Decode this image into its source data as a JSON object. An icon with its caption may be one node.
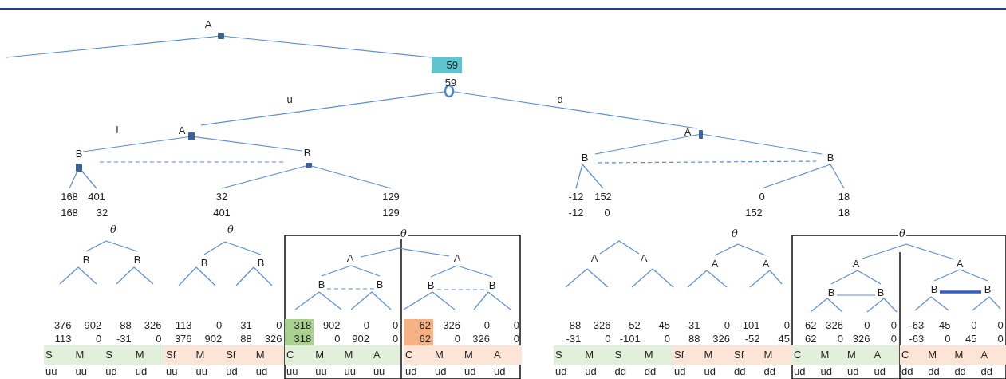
{
  "diagram": {
    "nodes": [
      {
        "text": [
          "A"
        ]
      },
      {
        "text": [
          "59"
        ]
      },
      {
        "text": [],
        "shape": "circle",
        "beside": [
          "59"
        ]
      },
      {
        "text": [
          "A"
        ]
      },
      {
        "text": [
          "B"
        ]
      },
      {
        "text": [
          "B"
        ]
      },
      {
        "text": [
          "168",
          "168"
        ]
      },
      {
        "text": [
          "401",
          "32"
        ]
      },
      {
        "text": [
          "32",
          "401"
        ]
      },
      {
        "text": [
          "129",
          "129"
        ]
      },
      {
        "text": [
          "A"
        ]
      },
      {
        "text": [
          "B"
        ]
      },
      {
        "text": [
          "B"
        ]
      },
      {
        "text": [
          "-12",
          "-12"
        ]
      },
      {
        "text": [
          "152",
          "0"
        ]
      },
      {
        "text": [
          "0",
          "152"
        ]
      },
      {
        "text": [
          "18",
          "18"
        ]
      },
      {
        "text": [
          "θ"
        ]
      },
      {
        "text": [
          "B"
        ]
      },
      {
        "text": [
          "B"
        ]
      },
      {
        "text": [
          "θ"
        ]
      },
      {
        "text": [
          "B"
        ]
      },
      {
        "text": [
          "B"
        ]
      },
      {
        "text": [
          "θ"
        ]
      },
      {
        "text": [
          "A"
        ]
      },
      {
        "text": [
          "B"
        ]
      },
      {
        "text": [
          "B"
        ]
      },
      {
        "text": [
          "A"
        ]
      },
      {
        "text": [
          "B"
        ]
      },
      {
        "text": [
          "B"
        ]
      },
      {
        "text": [
          "A"
        ]
      },
      {
        "text": [
          "A"
        ]
      },
      {
        "text": [
          "θ"
        ]
      },
      {
        "text": [
          "A"
        ]
      },
      {
        "text": [
          "A"
        ]
      },
      {
        "text": [
          "θ"
        ]
      },
      {
        "text": [
          "A"
        ]
      },
      {
        "text": [
          "B"
        ]
      },
      {
        "text": [
          "B"
        ]
      },
      {
        "text": [
          "A"
        ]
      },
      {
        "text": [
          "B"
        ]
      },
      {
        "text": [
          "B"
        ]
      }
    ],
    "edges": [
      {
        "from": 0,
        "to": null,
        "arrow": "none"
      },
      {
        "from": 0,
        "to": 1,
        "arrow": "none"
      },
      {
        "from": 2,
        "to": 3,
        "arrow": "none",
        "label": "u"
      },
      {
        "from": 2,
        "to": 10,
        "arrow": "none",
        "label": "d"
      },
      {
        "from": 3,
        "to": 4,
        "arrow": "none",
        "label": "l"
      },
      {
        "from": 3,
        "to": 5,
        "arrow": "none"
      },
      {
        "from": 4,
        "to": 5,
        "arrow": "none",
        "style": "dashed"
      },
      {
        "from": 4,
        "to": 6,
        "arrow": "none"
      },
      {
        "from": 4,
        "to": 7,
        "arrow": "none"
      },
      {
        "from": 5,
        "to": 8,
        "arrow": "none"
      },
      {
        "from": 5,
        "to": 9,
        "arrow": "none"
      },
      {
        "from": 10,
        "to": 11,
        "arrow": "none"
      },
      {
        "from": 10,
        "to": 12,
        "arrow": "none"
      },
      {
        "from": 11,
        "to": 12,
        "arrow": "none",
        "style": "dashed"
      },
      {
        "from": 11,
        "to": 13,
        "arrow": "none"
      },
      {
        "from": 11,
        "to": 14,
        "arrow": "none"
      },
      {
        "from": 12,
        "to": 15,
        "arrow": "none"
      },
      {
        "from": 12,
        "to": 16,
        "arrow": "none"
      },
      {
        "from": 17,
        "to": 18,
        "arrow": "none"
      },
      {
        "from": 17,
        "to": 19,
        "arrow": "none"
      },
      {
        "from": 18,
        "to": null,
        "arrow": "none"
      },
      {
        "from": 18,
        "to": null,
        "arrow": "none"
      },
      {
        "from": 19,
        "to": null,
        "arrow": "none"
      },
      {
        "from": 19,
        "to": null,
        "arrow": "none"
      },
      {
        "from": 20,
        "to": 21,
        "arrow": "none"
      },
      {
        "from": 20,
        "to": 22,
        "arrow": "none"
      },
      {
        "from": 21,
        "to": null,
        "arrow": "none"
      },
      {
        "from": 21,
        "to": null,
        "arrow": "none"
      },
      {
        "from": 22,
        "to": null,
        "arrow": "none"
      },
      {
        "from": 22,
        "to": null,
        "arrow": "none"
      },
      {
        "from": 23,
        "to": 24,
        "arrow": "none"
      },
      {
        "from": 23,
        "to": 27,
        "arrow": "none"
      },
      {
        "from": 24,
        "to": 25,
        "arrow": "none"
      },
      {
        "from": 24,
        "to": 26,
        "arrow": "none"
      },
      {
        "from": 25,
        "to": 26,
        "arrow": "none",
        "style": "dashed"
      },
      {
        "from": 25,
        "to": null,
        "arrow": "none"
      },
      {
        "from": 25,
        "to": null,
        "arrow": "none"
      },
      {
        "from": 26,
        "to": null,
        "arrow": "none"
      },
      {
        "from": 26,
        "to": null,
        "arrow": "none"
      },
      {
        "from": 27,
        "to": 28,
        "arrow": "none"
      },
      {
        "from": 27,
        "to": 29,
        "arrow": "none"
      },
      {
        "from": 28,
        "to": 29,
        "arrow": "none",
        "style": "dashed"
      },
      {
        "from": 28,
        "to": null,
        "arrow": "none"
      },
      {
        "from": 28,
        "to": null,
        "arrow": "none"
      },
      {
        "from": 29,
        "to": null,
        "arrow": "none"
      },
      {
        "from": 29,
        "to": null,
        "arrow": "none"
      },
      {
        "from": 30,
        "to": 31,
        "arrow": "none"
      },
      {
        "from": 30,
        "to": null,
        "arrow": "none"
      },
      {
        "from": 30,
        "to": null,
        "arrow": "none"
      },
      {
        "from": 31,
        "to": null,
        "arrow": "none"
      },
      {
        "from": 31,
        "to": null,
        "arrow": "none"
      },
      {
        "from": 32,
        "to": 33,
        "arrow": "none"
      },
      {
        "from": 32,
        "to": 34,
        "arrow": "none"
      },
      {
        "from": 33,
        "to": null,
        "arrow": "none"
      },
      {
        "from": 33,
        "to": null,
        "arrow": "none"
      },
      {
        "from": 34,
        "to": null,
        "arrow": "none"
      },
      {
        "from": 34,
        "to": null,
        "arrow": "none"
      },
      {
        "from": 35,
        "to": 36,
        "arrow": "none"
      },
      {
        "from": 35,
        "to": 39,
        "arrow": "none"
      },
      {
        "from": 36,
        "to": 37,
        "arrow": "none"
      },
      {
        "from": 36,
        "to": 38,
        "arrow": "none"
      },
      {
        "from": 37,
        "to": 38,
        "arrow": "none"
      },
      {
        "from": 37,
        "to": null,
        "arrow": "none"
      },
      {
        "from": 37,
        "to": null,
        "arrow": "none"
      },
      {
        "from": 38,
        "to": null,
        "arrow": "none"
      },
      {
        "from": 38,
        "to": null,
        "arrow": "none"
      },
      {
        "from": 39,
        "to": 40,
        "arrow": "none"
      },
      {
        "from": 39,
        "to": 41,
        "arrow": "none"
      },
      {
        "from": 40,
        "to": 41,
        "arrow": "none",
        "style": "thick",
        "color": "#2f5fbf"
      },
      {
        "from": 40,
        "to": null,
        "arrow": "none"
      },
      {
        "from": 40,
        "to": null,
        "arrow": "none"
      },
      {
        "from": 41,
        "to": null,
        "arrow": "none"
      },
      {
        "from": 41,
        "to": null,
        "arrow": "none"
      }
    ],
    "labels": [
      "376",
      "902",
      "88",
      "326",
      "113",
      "0",
      "-31",
      "0",
      "318",
      "902",
      "0",
      "0",
      "62",
      "326",
      "0",
      "0",
      "88",
      "326",
      "-52",
      "45",
      "-31",
      "0",
      "-101",
      "0",
      "62",
      "326",
      "0",
      "0",
      "-63",
      "45",
      "0",
      "0",
      "113",
      "0",
      "-31",
      "0",
      "376",
      "902",
      "88",
      "326",
      "318",
      "0",
      "902",
      "0",
      "62",
      "0",
      "326",
      "0",
      "-31",
      "0",
      "-101",
      "0",
      "88",
      "326",
      "-52",
      "45",
      "62",
      "0",
      "326",
      "0",
      "-63",
      "0",
      "45",
      "0",
      "S",
      "M",
      "S",
      "M",
      "Sf",
      "M",
      "Sf",
      "M",
      "C",
      "M",
      "M",
      "A",
      "C",
      "M",
      "M",
      "A",
      "S",
      "M",
      "S",
      "M",
      "Sf",
      "M",
      "Sf",
      "M",
      "C",
      "M",
      "M",
      "A",
      "C",
      "M",
      "M",
      "A",
      "uu",
      "uu",
      "ud",
      "ud",
      "uu",
      "uu",
      "ud",
      "ud",
      "uu",
      "uu",
      "uu",
      "uu",
      "ud",
      "ud",
      "ud",
      "ud",
      "ud",
      "ud",
      "dd",
      "dd",
      "ud",
      "ud",
      "dd",
      "dd",
      "ud",
      "ud",
      "ud",
      "ud",
      "dd",
      "dd",
      "dd",
      "dd"
    ]
  }
}
